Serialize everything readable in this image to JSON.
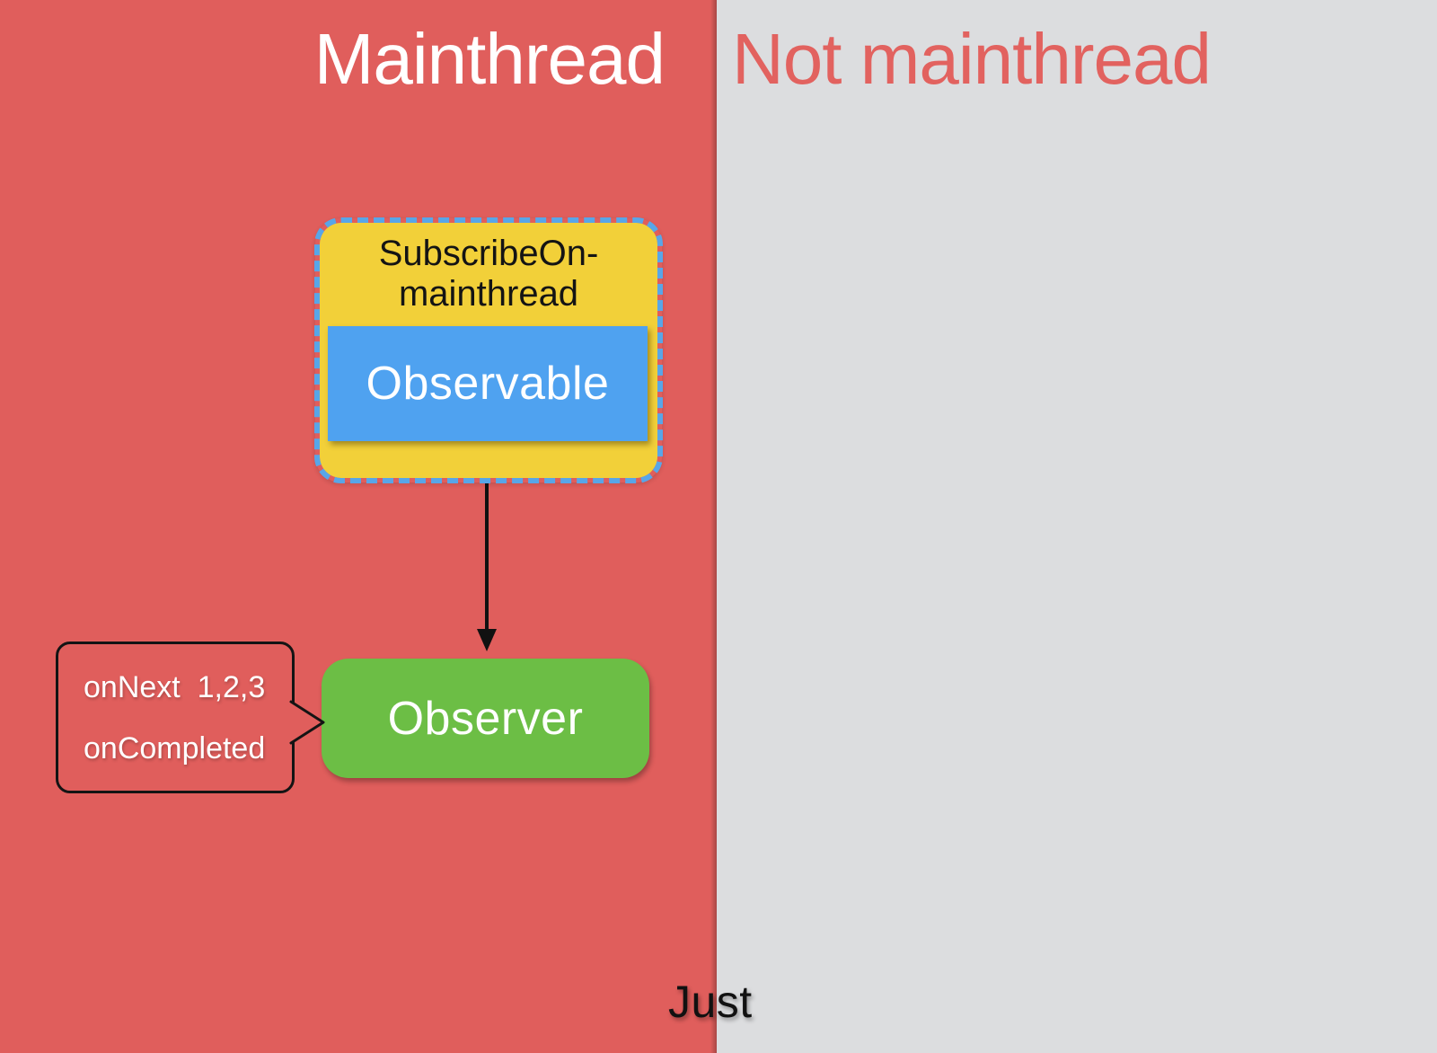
{
  "panels": {
    "mainthread": {
      "label": "Mainthread",
      "bg_color": "#E05E5C",
      "text_color": "#FFFFFF"
    },
    "not_mainthread": {
      "label": "Not mainthread",
      "bg_color": "#DCDDDF",
      "text_color": "#E2625F"
    }
  },
  "subscribe_group": {
    "title_line1": "SubscribeOn-",
    "title_line2": "mainthread",
    "fill_color": "#F2D039",
    "border_color": "#58A6E8",
    "border_style": "dashed"
  },
  "observable": {
    "label": "Observable",
    "fill_color": "#4FA2F0",
    "text_color": "#FFFFFF"
  },
  "observer": {
    "label": "Observer",
    "fill_color": "#6CBE45",
    "text_color": "#FFFFFF"
  },
  "arrow": {
    "direction": "down",
    "color": "#111111"
  },
  "callout": {
    "line1": "onNext  1,2,3",
    "line2": "onCompleted",
    "border_color": "#141414",
    "text_color": "#FFFFFF"
  },
  "footer": {
    "label": "Just",
    "text_color": "#111111"
  }
}
